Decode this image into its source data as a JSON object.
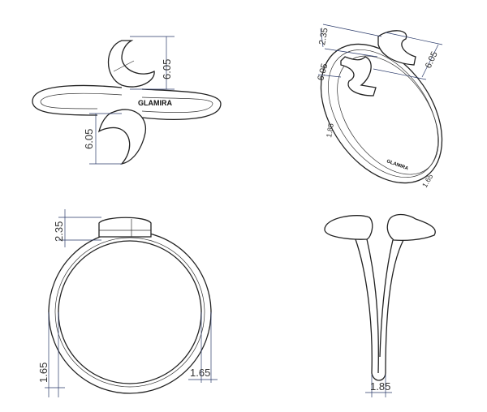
{
  "brand_engraving": "GLAMIRA",
  "views": {
    "top": {
      "dim_upper": "6.05",
      "dim_lower": "6.05"
    },
    "isometric": {
      "dim_head_height": "2.35",
      "dim_head_width_a": "6.05",
      "dim_head_width_b": "6.05",
      "dim_band_side": "1.85",
      "dim_band_bottom": "1.65"
    },
    "front": {
      "dim_head_height": "2.35",
      "dim_band_left": "1.65",
      "dim_band_right": "1.65"
    },
    "side": {
      "dim_band_bottom": "1.85"
    }
  }
}
